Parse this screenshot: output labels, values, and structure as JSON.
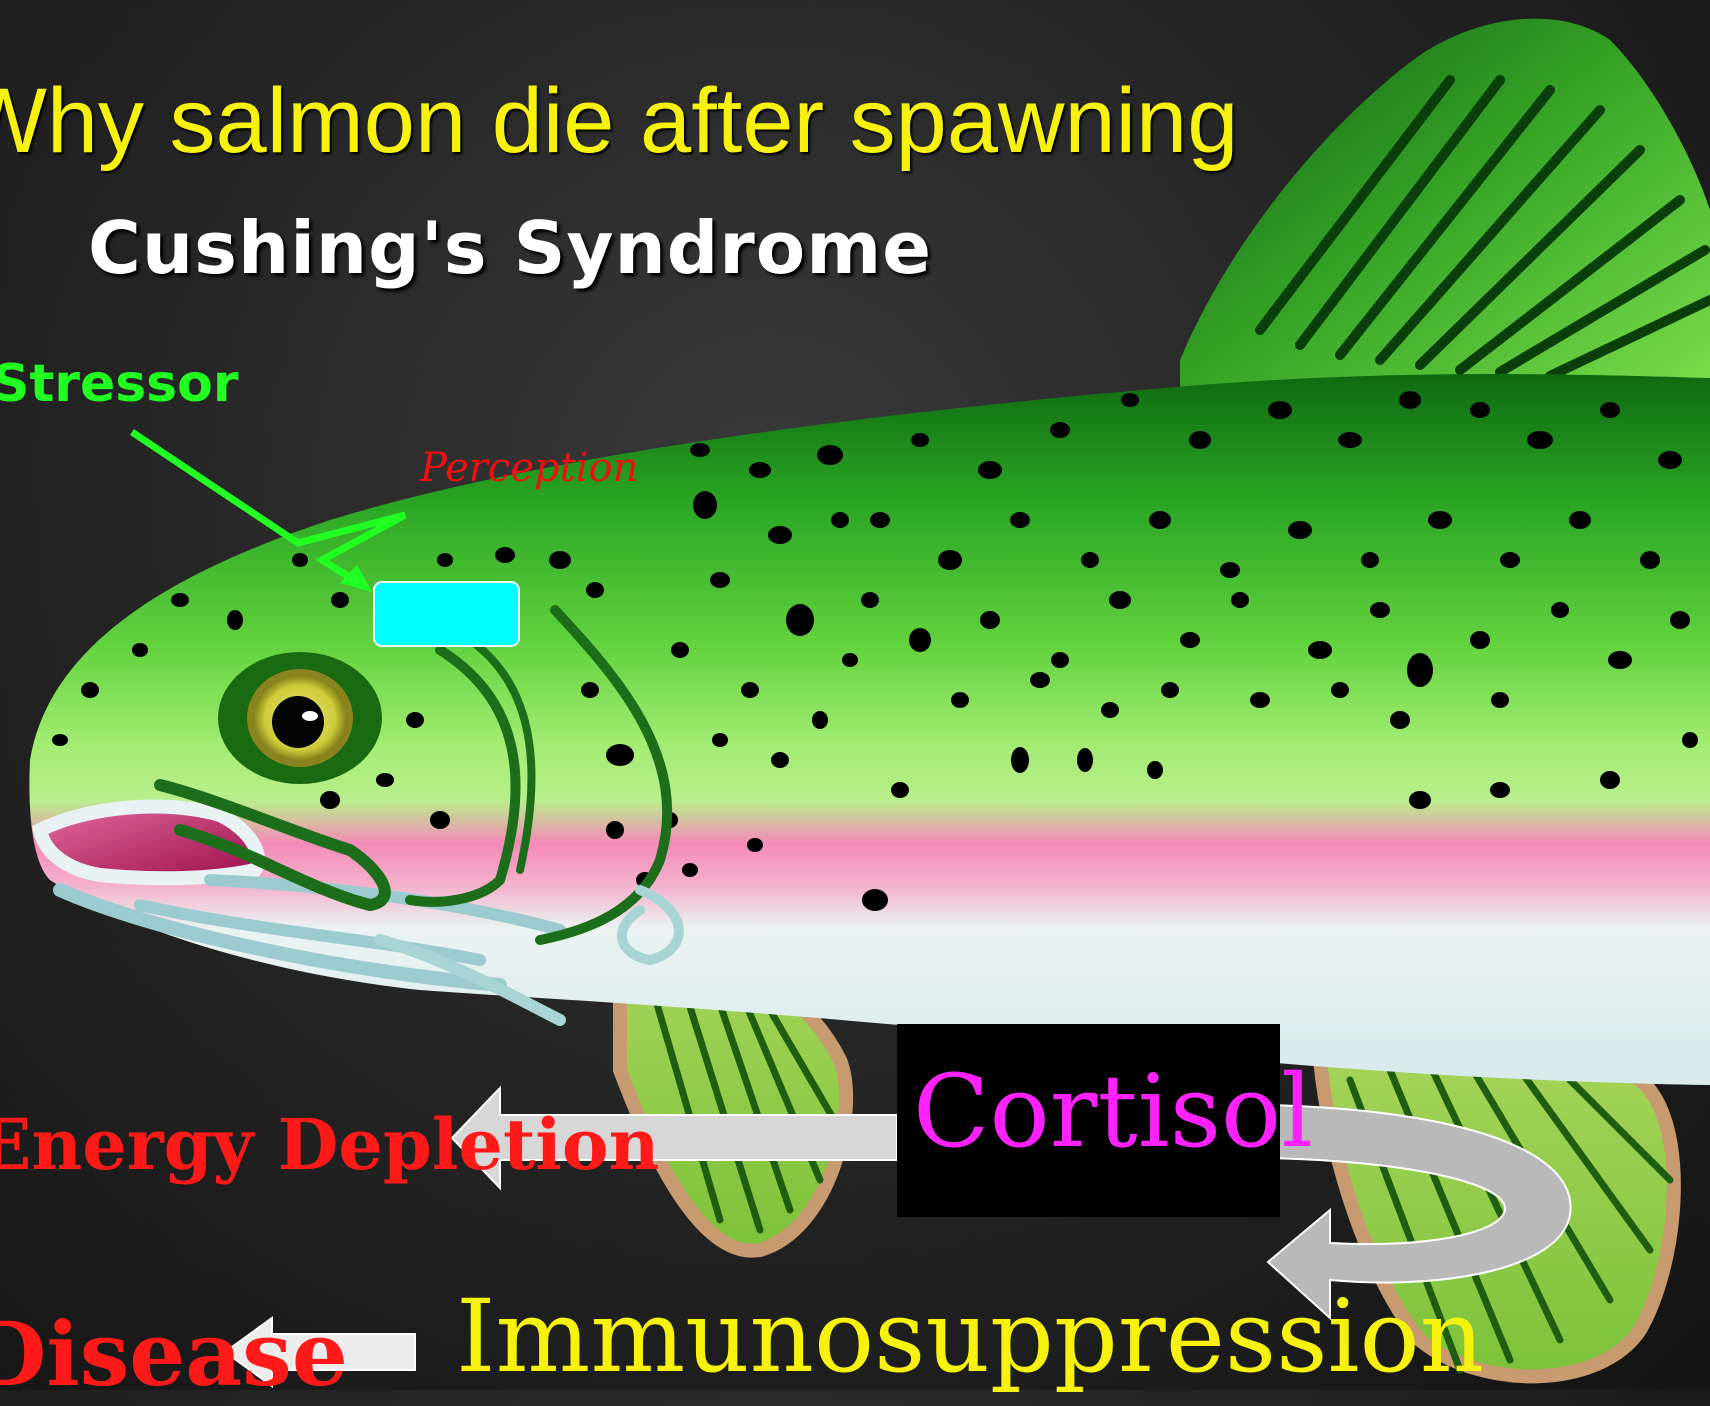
{
  "slide": {
    "title": "Why salmon die after spawning",
    "subtitle": "Cushing's Syndrome",
    "labels": {
      "stressor": "Stressor",
      "perception": "Perception",
      "cortisol": "Cortisol",
      "energy_depletion": "Energy Depletion",
      "immunosuppression": "Immunosuppression",
      "disease": "Disease"
    }
  },
  "colors": {
    "title": "#f6f20e",
    "subtitle": "#ffffff",
    "stressor": "#22ff22",
    "perception": "#ee1111",
    "cortisol": "#ff22ff",
    "energy_depletion": "#ff1a1a",
    "immunosuppression": "#f6f20e",
    "disease": "#ff1a1a",
    "brain_box": "#00ffff",
    "fish_back": "#1e8f1a",
    "fish_side": "#8fe85a",
    "fish_stripe": "#f77bb0",
    "fish_belly": "#e8f2f2"
  },
  "icons": [
    "trout-illustration",
    "lightning-arrow-icon",
    "brain-box-icon",
    "left-arrow-icon",
    "curved-arrow-icon"
  ]
}
